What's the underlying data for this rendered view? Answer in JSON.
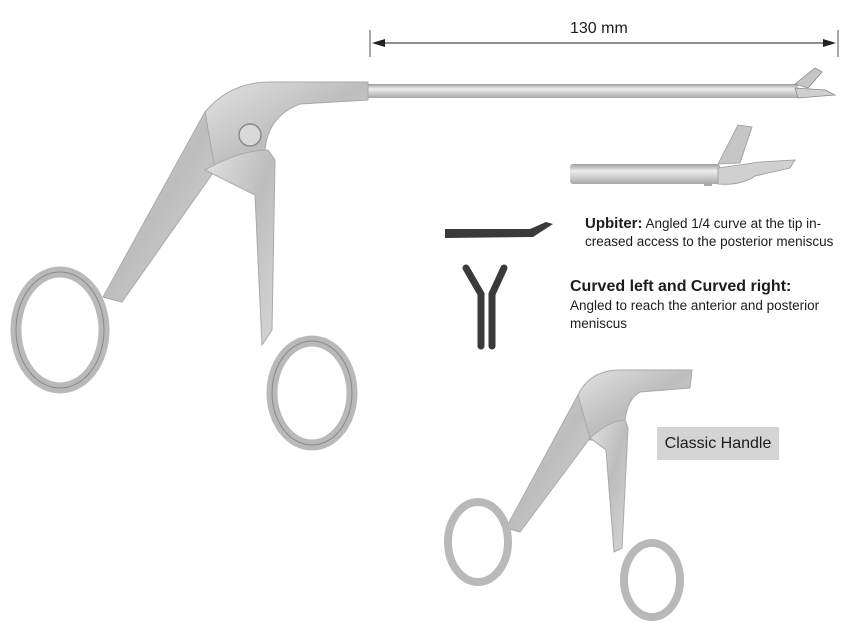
{
  "dimension": {
    "label": "130 mm"
  },
  "features": [
    {
      "name": "Upbiter",
      "title": "Upbiter:",
      "description": "Angled 1/4 curve at the tip in-creased access to the posterior meniscus",
      "line1": " Angled 1/4 curve at the tip in-",
      "line2": "creased access to the posterior meniscus",
      "icon": "upbiter-tip-icon"
    },
    {
      "name": "Curved left and Curved right",
      "title": "Curved left and Curved right:",
      "description": "Angled to reach the anterior and posterior meniscus",
      "line1": "Angled to reach the anterior and posterior",
      "line2": "meniscus",
      "icon": "curved-left-right-icon"
    }
  ],
  "handle": {
    "label": "Classic Handle"
  },
  "colors": {
    "steel": "#c8c8c8",
    "steel_dark": "#9a9a9a",
    "icon_dark": "#3a3a3a",
    "label_bg": "#d4d4d4"
  }
}
